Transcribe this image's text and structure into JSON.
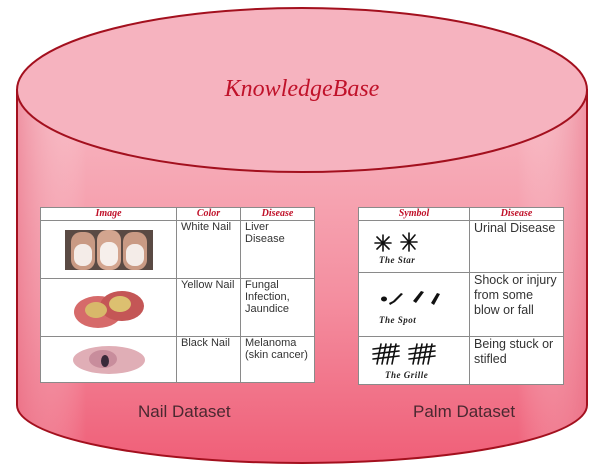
{
  "title": "KnowledgeBase",
  "nail_dataset": {
    "label": "Nail Dataset",
    "headers": [
      "Image",
      "Color",
      "Disease"
    ],
    "rows": [
      {
        "image": "white-nail-photo",
        "color": "White Nail",
        "disease": "Liver Disease"
      },
      {
        "image": "yellow-nail-photo",
        "color": "Yellow Nail",
        "disease": "Fungal Infection, Jaundice"
      },
      {
        "image": "black-nail-photo",
        "color": "Black Nail",
        "disease": "Melanoma (skin cancer)"
      }
    ]
  },
  "palm_dataset": {
    "label": "Palm Dataset",
    "headers": [
      "Symbol",
      "Disease"
    ],
    "rows": [
      {
        "symbol": "The Star",
        "disease": "Urinal Disease"
      },
      {
        "symbol": "The Spot",
        "disease": "Shock or injury from some blow or fall"
      },
      {
        "symbol": "The Grille",
        "disease": "Being stuck or stifled"
      }
    ]
  },
  "colors": {
    "cylinder_top": "#f0a6b2",
    "cylinder_body": "#f26d86",
    "cylinder_edge": "#a3101e",
    "header_text": "#c0122a"
  }
}
